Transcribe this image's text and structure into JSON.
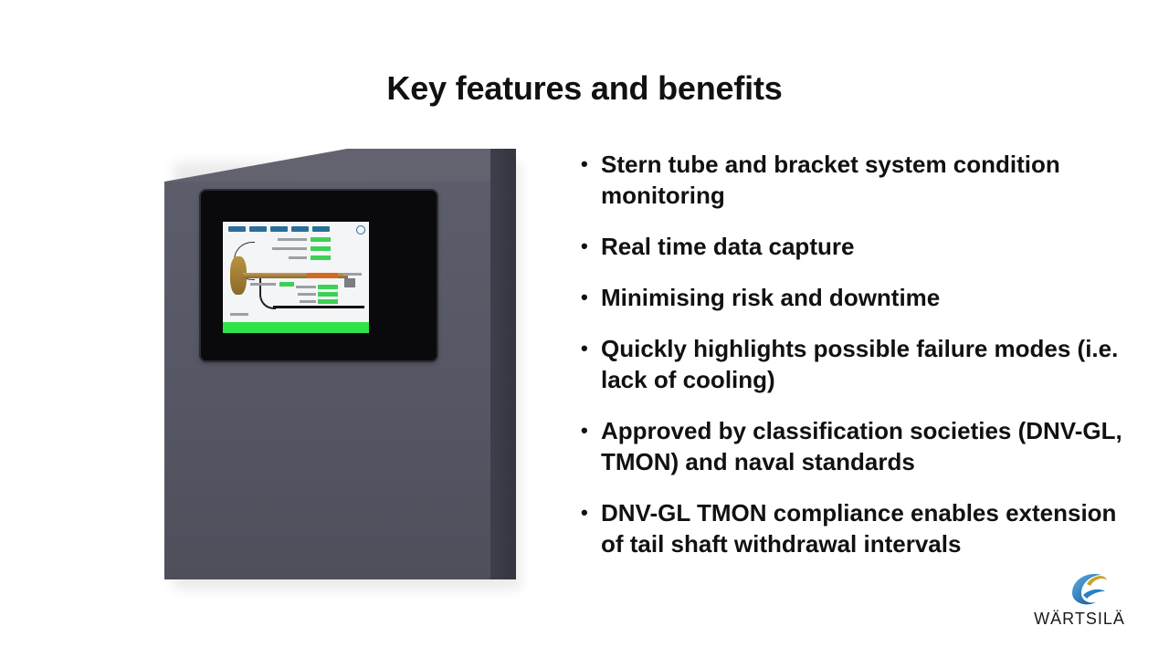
{
  "slide": {
    "title": "Key features and benefits"
  },
  "features": [
    {
      "text": "Stern tube and bracket system condition monitoring"
    },
    {
      "text": "Real time data capture"
    },
    {
      "text": "Minimising risk and downtime"
    },
    {
      "text": "Quickly highlights possible failure modes (i.e. lack of cooling)"
    },
    {
      "text": "Approved by classification societies (DNV-GL, TMON) and naval standards"
    },
    {
      "text": "DNV-GL TMON compliance enables extension of tail shaft withdrawal intervals"
    }
  ],
  "bullet_glyph": "•",
  "brand": {
    "name": "WÄRTSILÄ",
    "colors": {
      "blue": "#1a6fb5",
      "gold": "#c9a227"
    }
  },
  "device": {
    "icon": "condition-monitoring-panel",
    "colors": {
      "cabinet": "#575864",
      "screen_status": "#2fe34a",
      "screen_tab": "#2a6e9a"
    }
  }
}
